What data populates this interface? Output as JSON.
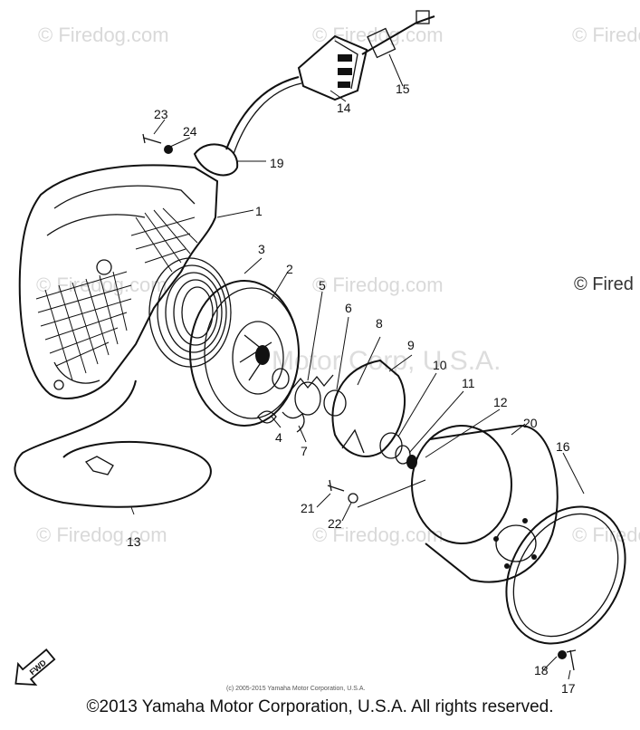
{
  "watermarks": {
    "firedog": "© Firedog.com",
    "firedog_short": "© Firedo",
    "firedog_edge": "© Fired",
    "corp": "Motor Corp, U.S.A."
  },
  "small_copyright": "(c) 2005-2015 Yamaha Motor Corporation, U.S.A.",
  "footer": "©2013 Yamaha Motor Corporation, U.S.A. All rights reserved.",
  "fwd_label": "FWD",
  "callouts": [
    "1",
    "2",
    "3",
    "4",
    "5",
    "6",
    "7",
    "8",
    "9",
    "10",
    "11",
    "12",
    "13",
    "14",
    "15",
    "16",
    "17",
    "18",
    "19",
    "20",
    "21",
    "22",
    "23",
    "24"
  ]
}
